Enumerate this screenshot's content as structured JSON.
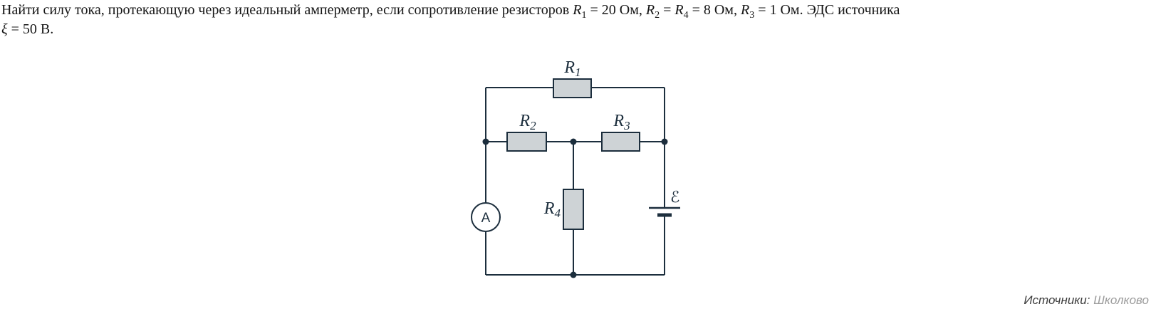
{
  "problem": {
    "segments": [
      {
        "type": "text",
        "value": "Найти силу тока, протекающую через идеальный амперметр, если сопротивление резисторов "
      },
      {
        "type": "var",
        "base": "R",
        "sub": "1"
      },
      {
        "type": "text",
        "value": " = 20 Ом, "
      },
      {
        "type": "var",
        "base": "R",
        "sub": "2"
      },
      {
        "type": "text",
        "value": " = "
      },
      {
        "type": "var",
        "base": "R",
        "sub": "4"
      },
      {
        "type": "text",
        "value": " = 8 Ом, "
      },
      {
        "type": "var",
        "base": "R",
        "sub": "3"
      },
      {
        "type": "text",
        "value": " = 1 Ом. ЭДС источника"
      },
      {
        "type": "break"
      },
      {
        "type": "var",
        "base": "ξ",
        "sub": ""
      },
      {
        "type": "text",
        "value": " = 50 В."
      }
    ]
  },
  "circuit": {
    "labels": {
      "r1": {
        "base": "R",
        "sub": "1"
      },
      "r2": {
        "base": "R",
        "sub": "2"
      },
      "r3": {
        "base": "R",
        "sub": "3"
      },
      "r4": {
        "base": "R",
        "sub": "4"
      },
      "ammeter": "A",
      "emf": "ℰ"
    },
    "colors": {
      "wire": "#1c2e3d",
      "resistor_fill": "#ced3d6",
      "background": "#ffffff"
    }
  },
  "footer": {
    "sources_label": "Источники:",
    "source_name": "Школково"
  }
}
